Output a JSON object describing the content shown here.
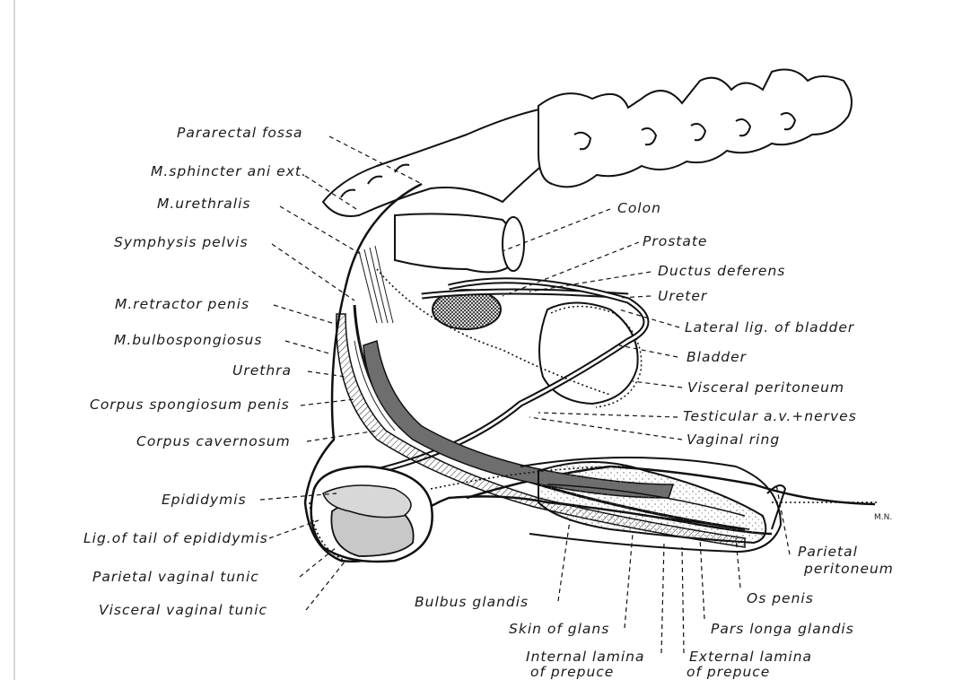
{
  "labels": {
    "pararectal_fossa": "Pararectal fossa",
    "sphincter_ani_ext": "M.sphincter ani ext.",
    "m_urethralis": "M.urethralis",
    "symphysis_pelvis": "Symphysis pelvis",
    "m_retractor_penis": "M.retractor penis",
    "m_bulbospongiosus": "M.bulbospongiosus",
    "urethra": "Urethra",
    "corpus_spongiosum_penis": "Corpus spongiosum penis",
    "corpus_cavernosum": "Corpus cavernosum",
    "epididymis": "Epididymis",
    "lig_tail_epididymis": "Lig.of tail of epididymis",
    "parietal_vaginal_tunic": "Parietal vaginal tunic",
    "visceral_vaginal_tunic": "Visceral vaginal tunic",
    "colon": "Colon",
    "prostate": "Prostate",
    "ductus_deferens": "Ductus deferens",
    "ureter": "Ureter",
    "lateral_lig_bladder": "Lateral lig. of bladder",
    "bladder": "Bladder",
    "visceral_peritoneum": "Visceral peritoneum",
    "testicular_avn": "Testicular a.v.+nerves",
    "vaginal_ring": "Vaginal ring",
    "parietal_peritoneum_1": "Parietal",
    "parietal_peritoneum_2": "peritoneum",
    "os_penis": "Os penis",
    "pars_longa_glandis": "Pars longa glandis",
    "external_lamina_1": "External lamina",
    "external_lamina_2": "of prepuce",
    "internal_lamina_1": "Internal lamina",
    "internal_lamina_2": "of prepuce",
    "skin_of_glans": "Skin of glans",
    "bulbus_glandis": "Bulbus glandis",
    "signature": "M.N."
  }
}
